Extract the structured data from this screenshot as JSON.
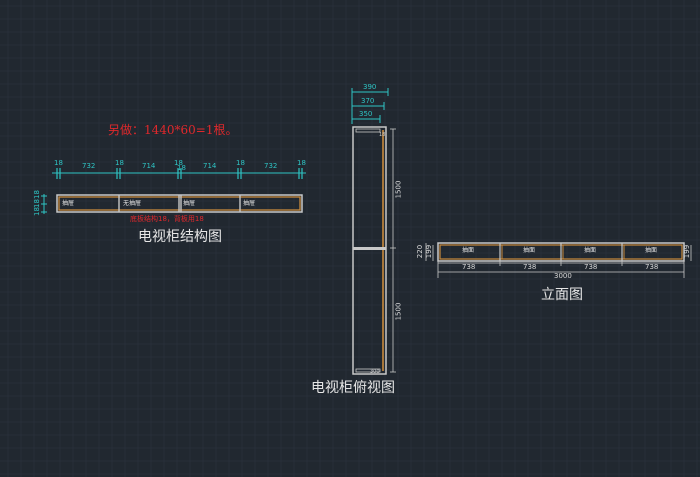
{
  "note_top": "另做：1440*60=1根。",
  "structure": {
    "title": "电视柜结构图",
    "top_dims": [
      "18",
      "732",
      "18",
      "714",
      "18",
      "18",
      "714",
      "18",
      "732",
      "18"
    ],
    "left_dims": [
      "18",
      "18",
      "18"
    ],
    "drawers": [
      "抽屉",
      "无抽屉",
      "抽屉",
      "抽屉"
    ],
    "note": "底板结构18，背板用18"
  },
  "top_view": {
    "title": "电视柜俯视图",
    "dims_top": [
      "390",
      "370",
      "350"
    ],
    "dims_right": [
      "1500",
      "1500"
    ],
    "small_labels": [
      "18",
      "300"
    ]
  },
  "elevation": {
    "title": "立面图",
    "cells": [
      "抽面",
      "抽面",
      "抽面",
      "抽面"
    ],
    "segments": [
      "738",
      "738",
      "738",
      "738"
    ],
    "total": "3000",
    "left_dims": [
      "220",
      "199"
    ],
    "right_dims": [
      "199"
    ]
  },
  "colors": {
    "background": "#212830",
    "grid": "#2c3540",
    "frame": "#c8c8c8",
    "board": "#c98a3c",
    "dimension_cyan": "#2ec4c4",
    "note_red": "#e0282c"
  }
}
